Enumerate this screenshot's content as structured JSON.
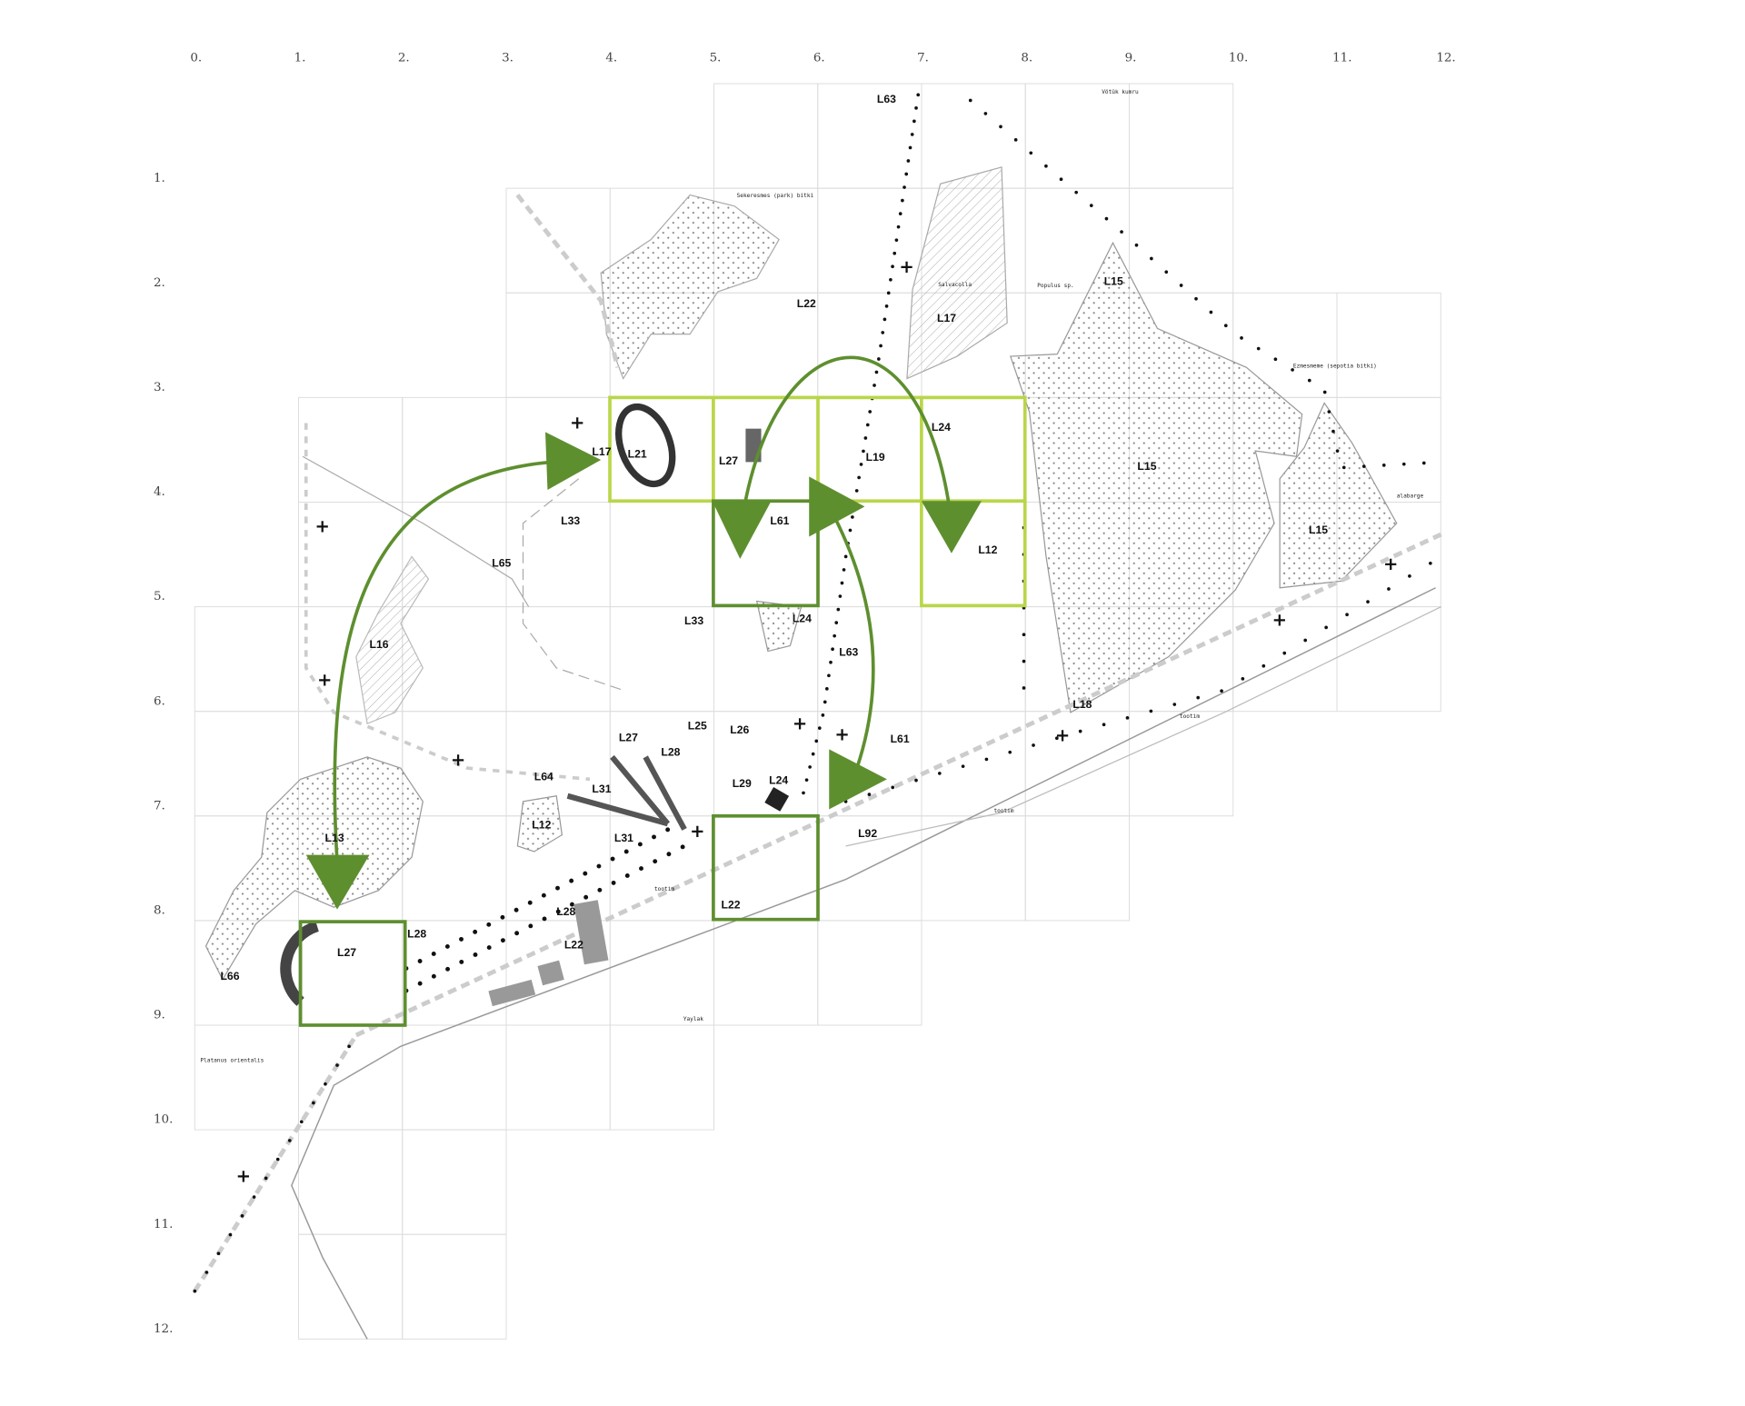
{
  "colors": {
    "light_green": "#b9d64a",
    "dark_green": "#5e8f2f",
    "grid": "#dddddd"
  },
  "axis": {
    "columns": [
      "0.",
      "1.",
      "2.",
      "3.",
      "4.",
      "5.",
      "6.",
      "7.",
      "8.",
      "9.",
      "10.",
      "11.",
      "12."
    ],
    "rows": [
      "1.",
      "2.",
      "3.",
      "4.",
      "5.",
      "6.",
      "7.",
      "8.",
      "9.",
      "10.",
      "11.",
      "12."
    ]
  },
  "labels": [
    "L63",
    "L22",
    "L17",
    "L15",
    "L15",
    "L15",
    "L21",
    "L17",
    "L27",
    "L19",
    "L24",
    "L61",
    "L12",
    "L33",
    "L65",
    "L16",
    "L33",
    "L24",
    "L63",
    "L61",
    "L18",
    "L25",
    "L26",
    "L27",
    "L28",
    "L64",
    "L31",
    "L29",
    "L24",
    "L12",
    "L31",
    "L92",
    "L22",
    "L28",
    "L22",
    "L27",
    "L28",
    "L66",
    "L13"
  ],
  "place_notes": [
    "Vötük kumru",
    "Sekeresmes (park) bitki",
    "Salvacolla",
    "Populus sp.",
    "Ezmesmeme (sepotia bitki)",
    "alabarge",
    "Platanus orientalis",
    "tootim",
    "tootim",
    "tootim",
    "Yaylak"
  ]
}
